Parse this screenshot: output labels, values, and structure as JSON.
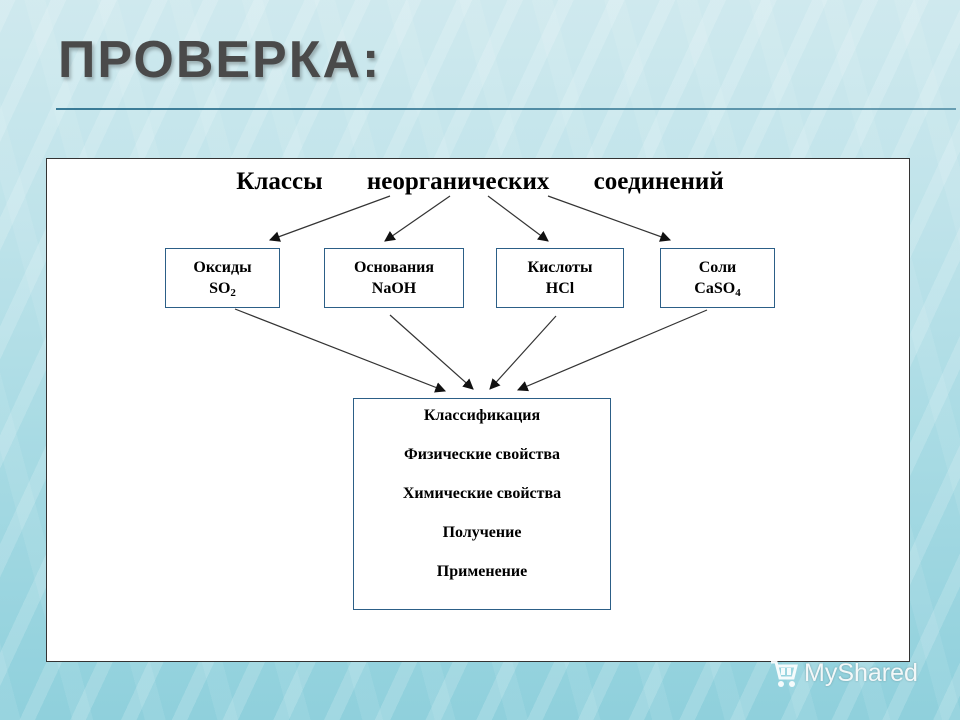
{
  "slide": {
    "title": "ПРОВЕРКА:"
  },
  "diagram": {
    "heading_words": [
      "Классы",
      "неорганических",
      "соединений"
    ],
    "classes": [
      {
        "name": "Оксиды",
        "formula_main": "SO",
        "formula_sub": "2",
        "formula_tail": ""
      },
      {
        "name": "Основания",
        "formula_main": "NaOH",
        "formula_sub": "",
        "formula_tail": ""
      },
      {
        "name": "Кислоты",
        "formula_main": "HCl",
        "formula_sub": "",
        "formula_tail": ""
      },
      {
        "name": "Соли",
        "formula_main": "CaSO",
        "formula_sub": "4",
        "formula_tail": ""
      }
    ],
    "summary_items": [
      "Классификация",
      "Физические свойства",
      "Химические свойства",
      "Получение",
      "Применение"
    ]
  },
  "watermark": {
    "text": "MyShared"
  },
  "colors": {
    "box_border": "#2c5f87",
    "arrow": "#333333",
    "title": "#4a4a4a"
  }
}
